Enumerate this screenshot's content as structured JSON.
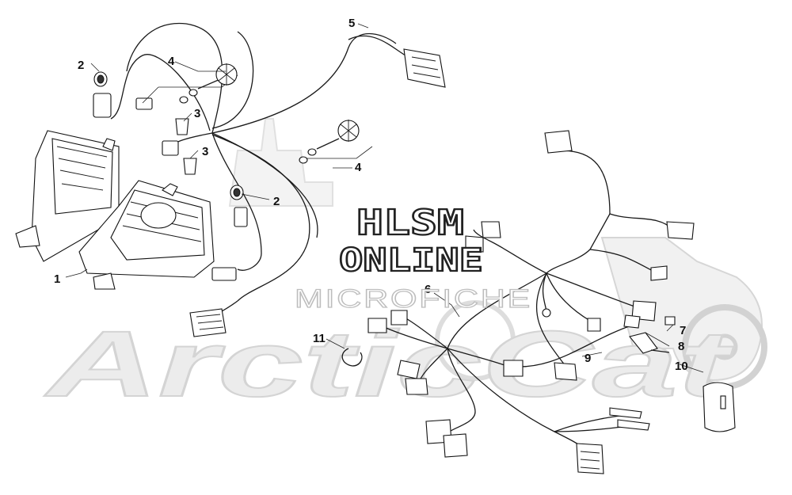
{
  "watermark": {
    "line1": "HLSM",
    "line2": "ONLINE",
    "line3": "MICROFICHE",
    "brand": "ArcticCat"
  },
  "callouts": [
    {
      "id": "c1",
      "label": "1"
    },
    {
      "id": "c2a",
      "label": "2"
    },
    {
      "id": "c2b",
      "label": "2"
    },
    {
      "id": "c3a",
      "label": "3"
    },
    {
      "id": "c3b",
      "label": "3"
    },
    {
      "id": "c4a",
      "label": "4"
    },
    {
      "id": "c4b",
      "label": "4"
    },
    {
      "id": "c5",
      "label": "5"
    },
    {
      "id": "c6",
      "label": "6"
    },
    {
      "id": "c7",
      "label": "7"
    },
    {
      "id": "c8",
      "label": "8"
    },
    {
      "id": "c9",
      "label": "9"
    },
    {
      "id": "c10",
      "label": "10"
    },
    {
      "id": "c11",
      "label": "11"
    }
  ]
}
